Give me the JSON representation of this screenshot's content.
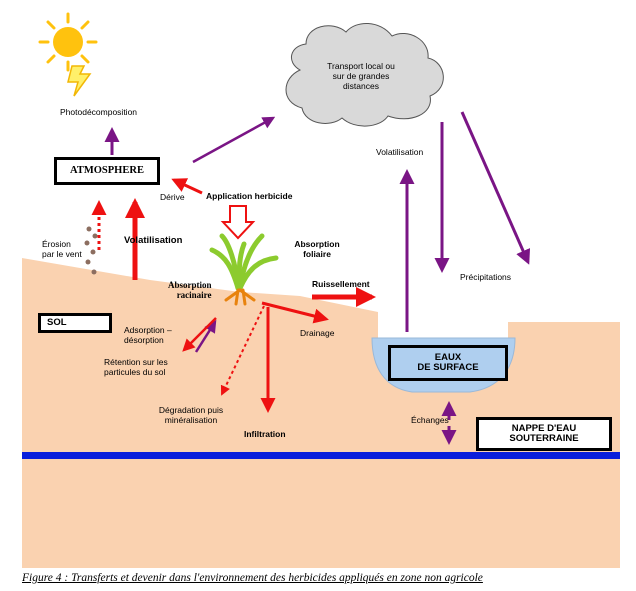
{
  "labels": {
    "photodecomposition": "Photodécomposition",
    "transport": [
      "Transport local ou",
      "sur de grandes",
      "distances"
    ],
    "volatilisation_top": "Volatilisation",
    "derive": "Dérive",
    "application": "Application  herbicide",
    "erosion": [
      "Érosion",
      "par le vent"
    ],
    "volatilisation_main": "Volatilisation",
    "absorption_foliaire": [
      "Absorption",
      "foliaire"
    ],
    "absorption_racinaire": [
      "Absorption",
      "racinaire"
    ],
    "ruissellement": "Ruissellement",
    "precipitations": "Précipitations",
    "adsorption": [
      "Adsorption –",
      "désorption"
    ],
    "drainage": "Drainage",
    "retention": [
      "Rétention sur les",
      "particules du sol"
    ],
    "degradation": [
      "Dégradation puis",
      "minéralisation"
    ],
    "infiltration": "Infiltration",
    "echanges": "Échanges"
  },
  "boxes": {
    "atmosphere": "ATMOSPHERE",
    "sol": "SOL",
    "eaux": [
      "EAUX",
      "DE SURFACE"
    ],
    "nappe": [
      "NAPPE D'EAU",
      "SOUTERRAINE"
    ]
  },
  "caption": "Figure 4 : Transferts et devenir dans l'environnement des herbicides appliqués en zone non agricole",
  "colors": {
    "soil": "#FAD2B0",
    "water": "#AFCFEF",
    "groundwater_line": "#0A1EDB",
    "red_arrow": "#EE1111",
    "purple_arrow": "#7A1585",
    "plant": "#8CCB2E",
    "sun": "#FFC20E",
    "cloud": "#D9D9D9"
  },
  "icons": [
    "sun-icon",
    "lightning-icon",
    "cloud-icon",
    "plant-icon"
  ]
}
